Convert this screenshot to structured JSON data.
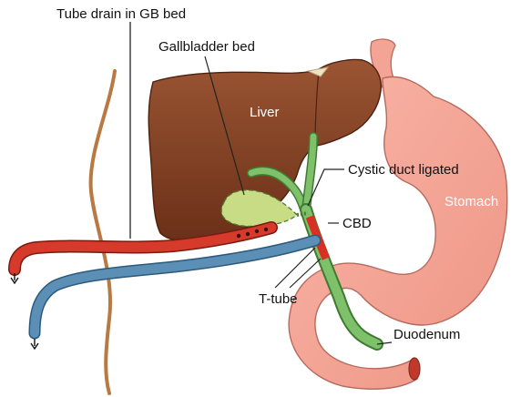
{
  "labels": {
    "tube_drain": "Tube drain in GB bed",
    "gallbladder_bed": "Gallbladder bed",
    "liver": "Liver",
    "cystic_duct": "Cystic duct ligated",
    "stomach": "Stomach",
    "cbd": "CBD",
    "t_tube": "T-tube",
    "duodenum": "Duodenum"
  },
  "colors": {
    "liver": "#7a3a1f",
    "stomach": "#f5a89a",
    "bile_duct": "#74b55e",
    "gallbladder_bed": "#c8dc85",
    "tube_drain": "#d63a2a",
    "t_tube": "#5b8fb5",
    "body_wall": "#b87a42"
  }
}
